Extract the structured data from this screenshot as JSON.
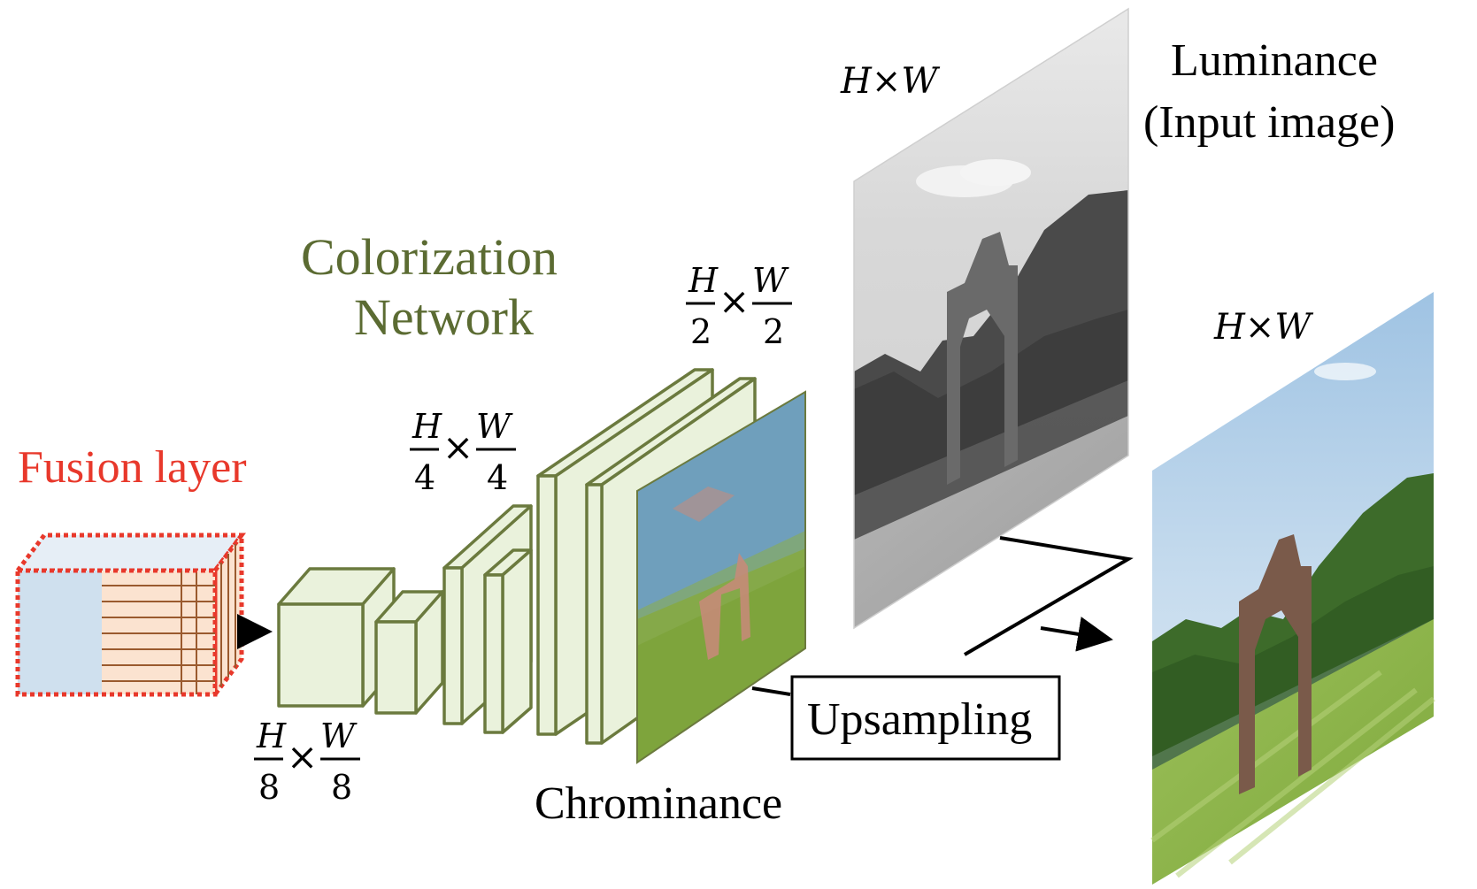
{
  "labels": {
    "fusion_layer": "Fusion layer",
    "colorization_line1": "Colorization",
    "colorization_line2": "Network",
    "luminance_line1": "Luminance",
    "luminance_line2": "(Input image)",
    "chrominance": "Chrominance",
    "upsampling": "Upsampling"
  },
  "dims": {
    "input_size": "H×W",
    "output_size": "H×W",
    "half": {
      "num_h": "H",
      "den_h": "2",
      "times": "×",
      "num_w": "W",
      "den_w": "2"
    },
    "quarter": {
      "num_h": "H",
      "den_h": "4",
      "times": "×",
      "num_w": "W",
      "den_w": "4"
    },
    "eighth": {
      "num_h": "H",
      "den_h": "8",
      "times": "×",
      "num_w": "W",
      "den_w": "8"
    }
  },
  "colors": {
    "fusion": "#e8382b",
    "network": "#5b6b32",
    "block_fill": "#eaf2dc",
    "block_stroke": "#6b7a3e",
    "fusion_blue": "#cfe0ee",
    "fusion_peach": "#fbe3d0",
    "fusion_grid": "#9a5a2e"
  }
}
